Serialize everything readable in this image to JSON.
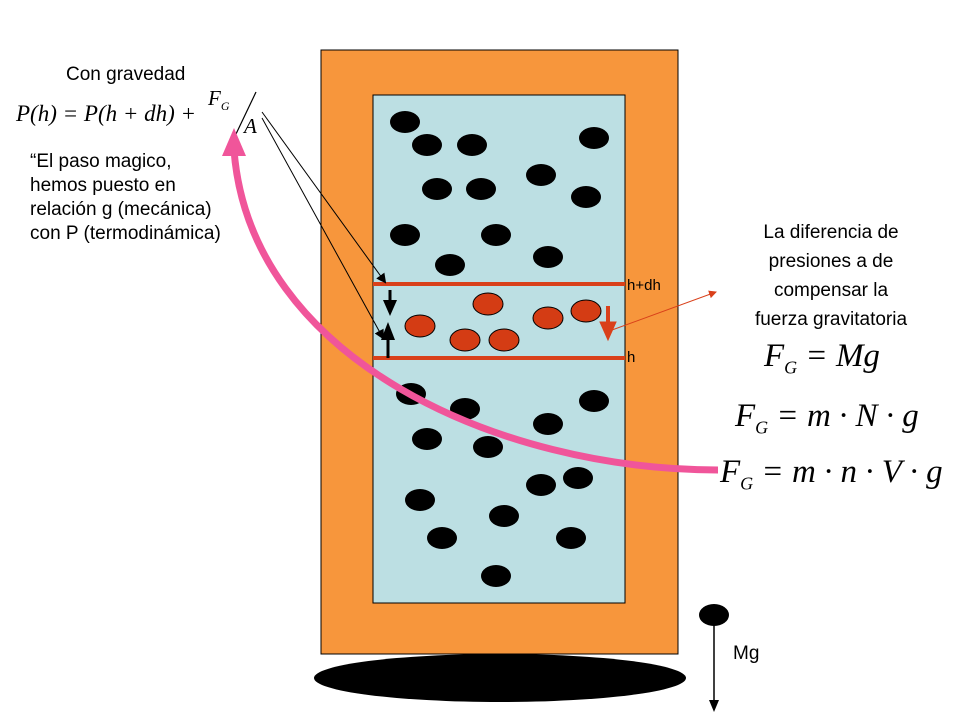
{
  "colors": {
    "container": "#f7963c",
    "gas": "#bcdfe3",
    "molecule": "#000000",
    "slab_molecule": "#d43c14",
    "slab_line": "#d9401a",
    "curve": "#f0559a"
  },
  "labels": {
    "con_gravedad": "Con gravedad",
    "paso_magico_lines": [
      "“El paso magico,",
      "hemos puesto en",
      "relación g (mecánica)",
      "con P (termodinámica)"
    ],
    "h_plus_dh": "h+dh",
    "h": "h",
    "diferencia_lines": [
      "La diferencia de",
      "presiones a de",
      "compensar la",
      "fuerza gravitatoria"
    ],
    "mg": "Mg"
  },
  "equations": {
    "pressure_lhs": "P(h) = P(h + dh) +",
    "fraction_num": "F",
    "fraction_num_sub": "G",
    "fraction_den": "A",
    "fg1_lhs": "F",
    "fg1_sub": "G",
    "fg1_rhs": "= Mg",
    "fg2_lhs": "F",
    "fg2_sub": "G",
    "fg2_rhs": "= m · N · g",
    "fg3_lhs": "F",
    "fg3_sub": "G",
    "fg3_rhs": "= m · n · V · g"
  }
}
